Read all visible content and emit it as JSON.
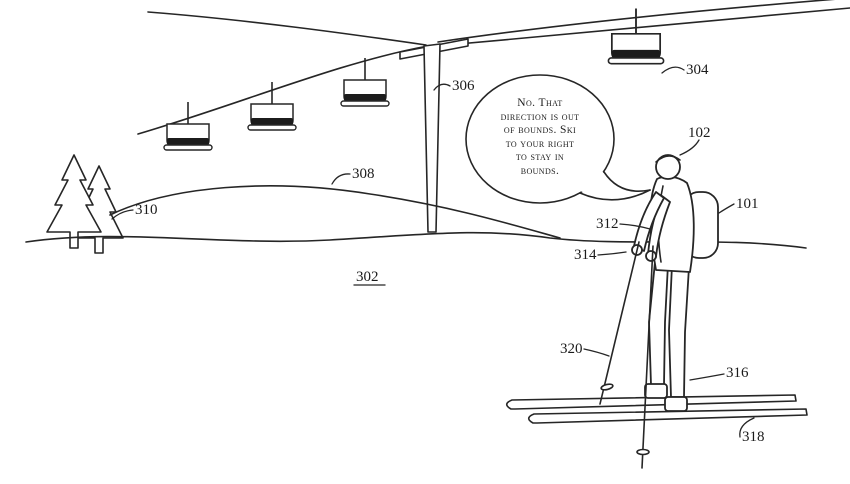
{
  "figure": {
    "background": "#ffffff",
    "line_color": "#262626"
  },
  "speech_bubble": {
    "lines": [
      "No. That",
      "direction is out",
      "of bounds. Ski",
      "to your right",
      "to stay in",
      "bounds."
    ]
  },
  "labels": {
    "lift_chair": "304",
    "lift_tower": "306",
    "hillside": "308",
    "trees": "310",
    "ski_slope": "302",
    "skier_head": "102",
    "backpack": "101",
    "skier_arm": "312",
    "skier_hand": "314",
    "ski_pole": "320",
    "skier_leg": "316",
    "ski": "318"
  }
}
